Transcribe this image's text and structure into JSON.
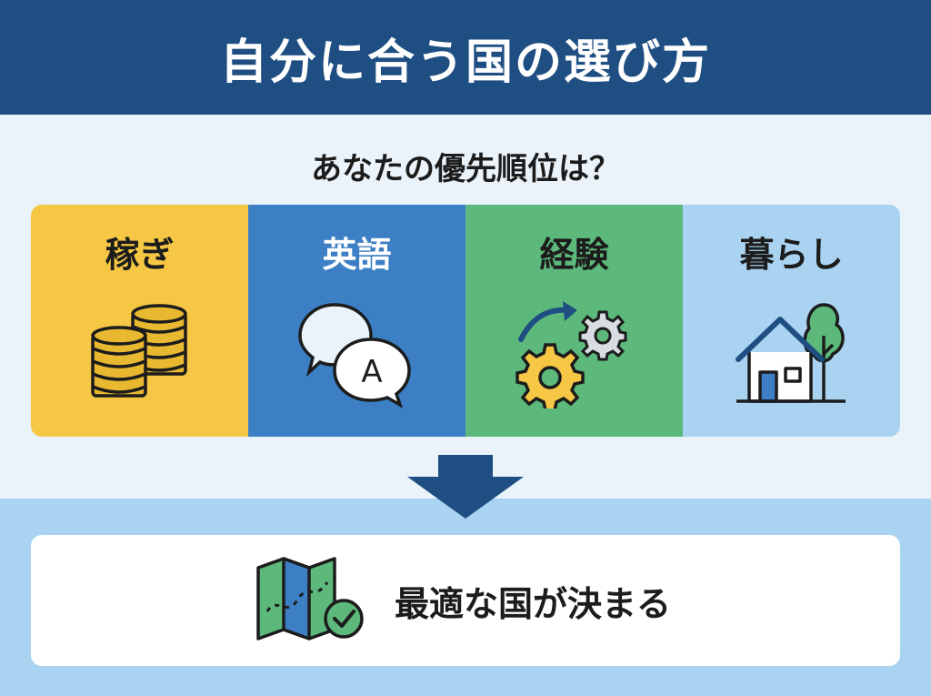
{
  "title": "自分に合う国の選び方",
  "question": "あなたの優先順位は？",
  "panels": [
    {
      "label": "稼ぎ",
      "icon": "coins-icon",
      "bg": "#f6c744",
      "text_color": "#1c1c1c"
    },
    {
      "label": "英語",
      "icon": "speech-bubbles-icon",
      "bg": "#3c7fc5",
      "text_color": "#ffffff"
    },
    {
      "label": "経験",
      "icon": "gears-icon",
      "bg": "#5cb97b",
      "text_color": "#1c1c1c"
    },
    {
      "label": "暮らし",
      "icon": "house-tree-icon",
      "bg": "#a9d3f1",
      "text_color": "#1c1c1c"
    }
  ],
  "speech_letter": "A",
  "result": {
    "text": "最適な国が決まる",
    "icon": "map-check-icon"
  },
  "colors": {
    "header": "#1f4f82",
    "arrow": "#1f4f82",
    "band": "#a9d3f1",
    "background": "#eaf3f9"
  }
}
